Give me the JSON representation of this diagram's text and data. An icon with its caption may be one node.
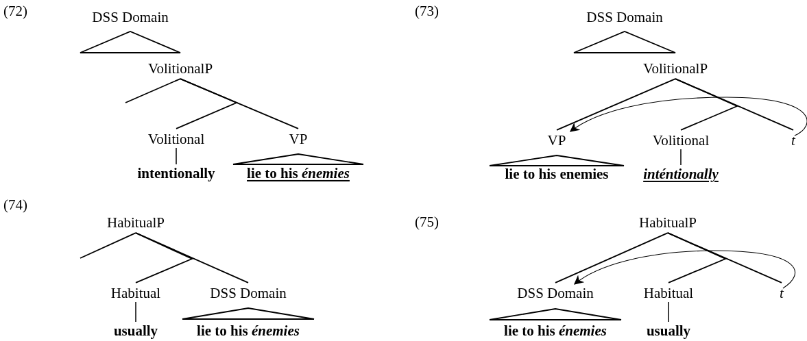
{
  "diagram": {
    "nodes": [
      {
        "text": [
          "DSS Domain"
        ]
      },
      {
        "text": [
          "VolitionalP"
        ]
      },
      {
        "text": [
          "Volitional"
        ]
      },
      {
        "text": [
          "VP"
        ]
      },
      {
        "text": [
          "intentionally"
        ]
      },
      {
        "text": [
          "lie to his *énemies*"
        ]
      },
      {
        "text": [
          "DSS Domain"
        ]
      },
      {
        "text": [
          "VolitionalP"
        ]
      },
      {
        "text": [
          "VP"
        ]
      },
      {
        "text": [
          "Volitional"
        ]
      },
      {
        "text": [
          "t"
        ]
      },
      {
        "text": [
          "lie to his enemies"
        ]
      },
      {
        "text": [
          "inténtionally"
        ]
      },
      {
        "text": [
          "HabitualP"
        ]
      },
      {
        "text": [
          "Habitual"
        ]
      },
      {
        "text": [
          "DSS Domain"
        ]
      },
      {
        "text": [
          "usually"
        ]
      },
      {
        "text": [
          "lie to his *énemies*"
        ]
      },
      {
        "text": [
          "HabitualP"
        ]
      },
      {
        "text": [
          "DSS Domain"
        ]
      },
      {
        "text": [
          "Habitual"
        ]
      },
      {
        "text": [
          "t"
        ]
      },
      {
        "text": [
          "lie to his *énemies*"
        ]
      },
      {
        "text": [
          "usually"
        ]
      },
      {
        "text": [],
        "shape": "triangle"
      },
      {
        "text": [],
        "shape": "triangle"
      },
      {
        "text": [],
        "shape": "triangle"
      },
      {
        "text": [],
        "shape": "triangle"
      },
      {
        "text": [],
        "shape": "triangle"
      },
      {
        "text": [],
        "shape": "triangle"
      }
    ],
    "edges": [
      {
        "from": 1,
        "to": null,
        "arrow": "none"
      },
      {
        "from": 1,
        "to": 2,
        "arrow": "none"
      },
      {
        "from": 1,
        "to": 3,
        "arrow": "none"
      },
      {
        "from": 2,
        "to": 4,
        "arrow": "none"
      },
      {
        "from": 7,
        "to": 8,
        "arrow": "none"
      },
      {
        "from": 7,
        "to": 9,
        "arrow": "none"
      },
      {
        "from": 7,
        "to": 10,
        "arrow": "none"
      },
      {
        "from": 9,
        "to": 12,
        "arrow": "none"
      },
      {
        "from": 10,
        "to": 8,
        "arrow": "to"
      },
      {
        "from": 13,
        "to": null,
        "arrow": "none"
      },
      {
        "from": 13,
        "to": 14,
        "arrow": "none"
      },
      {
        "from": 13,
        "to": 15,
        "arrow": "none"
      },
      {
        "from": 14,
        "to": 16,
        "arrow": "none"
      },
      {
        "from": 18,
        "to": 19,
        "arrow": "none"
      },
      {
        "from": 18,
        "to": 20,
        "arrow": "none"
      },
      {
        "from": 18,
        "to": 21,
        "arrow": "none"
      },
      {
        "from": 20,
        "to": 23,
        "arrow": "none"
      },
      {
        "from": 21,
        "to": 19,
        "arrow": "to"
      }
    ],
    "labels": [
      "(72)",
      "(73)",
      "(74)",
      "(75)"
    ]
  }
}
